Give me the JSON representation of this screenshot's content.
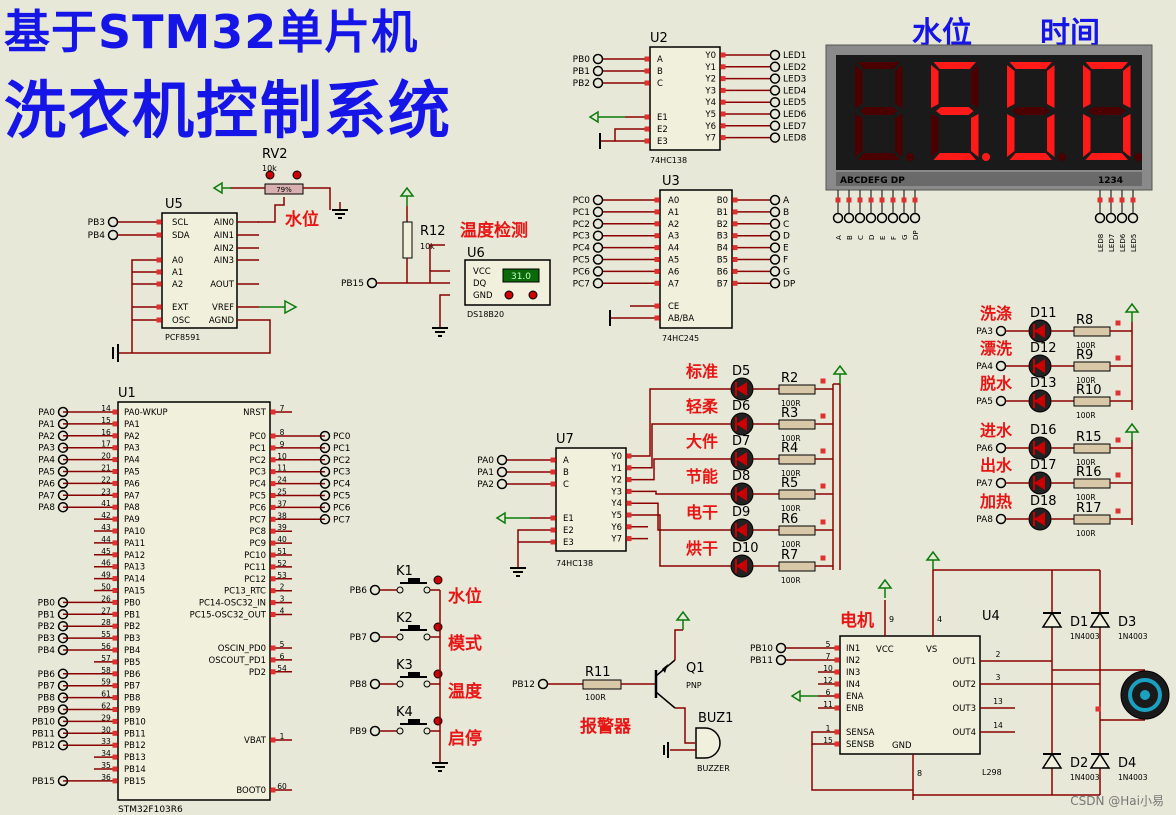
{
  "title_line1": "基于STM32单片机",
  "title_line2": "洗衣机控制系统",
  "display": {
    "label_level": "水位",
    "label_time": "时间",
    "digits": [
      "8",
      "5",
      "0",
      "0"
    ],
    "dp_on": [
      false,
      true,
      false,
      false
    ],
    "seg_pins": [
      "A",
      "B",
      "C",
      "D",
      "E",
      "F",
      "G",
      "DP"
    ],
    "com_pins": [
      "1",
      "2",
      "3",
      "4"
    ],
    "com_nets": [
      "LED8",
      "LED7",
      "LED6",
      "LED5"
    ]
  },
  "labels": {
    "water_level": "水位",
    "temp_detect": "温度检测",
    "motor": "电机",
    "alarm": "报警器",
    "btn_level": "水位",
    "btn_mode": "模式",
    "btn_temp": "温度",
    "btn_start": "启停",
    "mode_leds": [
      "标准",
      "轻柔",
      "大件",
      "节能",
      "电干",
      "烘干"
    ],
    "state_leds": [
      "洗涤",
      "漂洗",
      "脱水",
      "进水",
      "出水",
      "加热"
    ]
  },
  "components": {
    "rv2": {
      "ref": "RV2",
      "value": "10k",
      "percent": "79%"
    },
    "u5": {
      "ref": "U5",
      "part": "PCF8591",
      "pins_left": [
        "SCL",
        "SDA",
        "A0",
        "A1",
        "A2",
        "EXT",
        "OSC"
      ],
      "pins_right": [
        "AIN0",
        "AIN1",
        "AIN2",
        "AIN3",
        "AOUT",
        "VREF",
        "AGND"
      ],
      "left_nets": [
        "PB3",
        "PB4"
      ]
    },
    "r12": {
      "ref": "R12",
      "value": "10k"
    },
    "u6": {
      "ref": "U6",
      "part": "DS18B20",
      "reading": "31.0",
      "pins": [
        "VCC",
        "DQ",
        "GND"
      ],
      "net": "PB15"
    },
    "u2": {
      "ref": "U2",
      "part": "74HC138",
      "in_nets": [
        "PB0",
        "PB1",
        "PB2"
      ],
      "in_pins": [
        "A",
        "B",
        "C"
      ],
      "en_pins": [
        "E1",
        "E2",
        "E3"
      ],
      "out_pins": [
        "Y0",
        "Y1",
        "Y2",
        "Y3",
        "Y4",
        "Y5",
        "Y6",
        "Y7"
      ],
      "out_nets": [
        "LED1",
        "LED2",
        "LED3",
        "LED4",
        "LED5",
        "LED6",
        "LED7",
        "LED8"
      ]
    },
    "u3": {
      "ref": "U3",
      "part": "74HC245",
      "in_nets": [
        "PC0",
        "PC1",
        "PC2",
        "PC3",
        "PC4",
        "PC5",
        "PC6",
        "PC7"
      ],
      "a_pins": [
        "A0",
        "A1",
        "A2",
        "A3",
        "A4",
        "A5",
        "A6",
        "A7"
      ],
      "b_pins": [
        "B0",
        "B1",
        "B2",
        "B3",
        "B4",
        "B5",
        "B6",
        "B7"
      ],
      "out_nets": [
        "A",
        "B",
        "C",
        "D",
        "E",
        "F",
        "G",
        "DP"
      ],
      "ctrl": [
        "CE",
        "AB/BA"
      ]
    },
    "u1": {
      "ref": "U1",
      "part": "STM32F103R6",
      "left_pins": [
        "PA0-WKUP",
        "PA1",
        "PA2",
        "PA3",
        "PA4",
        "PA5",
        "PA6",
        "PA7",
        "PA8",
        "PA9",
        "PA10",
        "PA11",
        "PA12",
        "PA13",
        "PA14",
        "PA15",
        "PB0",
        "PB1",
        "PB2",
        "PB3",
        "PB4",
        "PB5",
        "PB6",
        "PB7",
        "PB8",
        "PB9",
        "PB10",
        "PB11",
        "PB12",
        "PB13",
        "PB14",
        "PB15"
      ],
      "left_nums": [
        "14",
        "15",
        "16",
        "17",
        "20",
        "21",
        "22",
        "23",
        "41",
        "42",
        "43",
        "44",
        "45",
        "46",
        "49",
        "50",
        "26",
        "27",
        "28",
        "55",
        "56",
        "57",
        "58",
        "59",
        "61",
        "62",
        "29",
        "30",
        "33",
        "34",
        "35",
        "36"
      ],
      "left_nets": [
        "PA0",
        "PA1",
        "PA2",
        "PA3",
        "PA4",
        "PA5",
        "PA6",
        "PA7",
        "PA8",
        "",
        "",
        "",
        "",
        "",
        "",
        "",
        "PB0",
        "PB1",
        "PB2",
        "PB3",
        "PB4",
        "",
        "PB6",
        "PB7",
        "PB8",
        "PB9",
        "PB10",
        "PB11",
        "PB12",
        "",
        "",
        "PB15"
      ],
      "right_pins": [
        "NRST",
        "PC0",
        "PC1",
        "PC2",
        "PC3",
        "PC4",
        "PC5",
        "PC6",
        "PC7",
        "PC8",
        "PC9",
        "PC10",
        "PC11",
        "PC12",
        "PC13_RTC",
        "PC14-OSC32_IN",
        "PC15-OSC32_OUT",
        "OSCIN_PD0",
        "OSCOUT_PD1",
        "PD2",
        "VBAT",
        "BOOT0"
      ],
      "right_nums": [
        "7",
        "8",
        "9",
        "10",
        "11",
        "24",
        "25",
        "37",
        "38",
        "39",
        "40",
        "51",
        "52",
        "53",
        "2",
        "3",
        "4",
        "5",
        "6",
        "54",
        "1",
        "60"
      ],
      "right_nets": [
        "PC0",
        "PC1",
        "PC2",
        "PC3",
        "PC4",
        "PC5",
        "PC6",
        "PC7"
      ]
    },
    "keys": [
      {
        "ref": "K1",
        "net": "PB6"
      },
      {
        "ref": "K2",
        "net": "PB7"
      },
      {
        "ref": "K3",
        "net": "PB8"
      },
      {
        "ref": "K4",
        "net": "PB9"
      }
    ],
    "u7": {
      "ref": "U7",
      "part": "74HC138",
      "in_nets": [
        "PA0",
        "PA1",
        "PA2"
      ]
    },
    "mode_leds": [
      {
        "d": "D5",
        "r": "R2",
        "rv": "100R"
      },
      {
        "d": "D6",
        "r": "R3",
        "rv": "100R"
      },
      {
        "d": "D7",
        "r": "R4",
        "rv": "100R"
      },
      {
        "d": "D8",
        "r": "R5",
        "rv": "100R"
      },
      {
        "d": "D9",
        "r": "R6",
        "rv": "100R"
      },
      {
        "d": "D10",
        "r": "R7",
        "rv": "100R"
      }
    ],
    "state_leds": [
      {
        "d": "D11",
        "r": "R8",
        "rv": "100R",
        "net": "PA3"
      },
      {
        "d": "D12",
        "r": "R9",
        "rv": "100R",
        "net": "PA4"
      },
      {
        "d": "D13",
        "r": "R10",
        "rv": "100R",
        "net": "PA5"
      },
      {
        "d": "D16",
        "r": "R15",
        "rv": "100R",
        "net": "PA6"
      },
      {
        "d": "D17",
        "r": "R16",
        "rv": "100R",
        "net": "PA7"
      },
      {
        "d": "D18",
        "r": "R17",
        "rv": "100R",
        "net": "PA8"
      }
    ],
    "r11": {
      "ref": "R11",
      "value": "100R",
      "net": "PB12"
    },
    "q1": {
      "ref": "Q1",
      "part": "PNP"
    },
    "buz1": {
      "ref": "BUZ1",
      "part": "BUZZER"
    },
    "u4": {
      "ref": "U4",
      "part": "L298",
      "in_nets": [
        "PB10",
        "PB11"
      ],
      "left_pins": [
        "IN1",
        "IN2",
        "IN3",
        "IN4",
        "ENA",
        "ENB",
        "SENSA",
        "SENSB"
      ],
      "right_pins": [
        "OUT1",
        "OUT2",
        "OUT3",
        "OUT4"
      ],
      "top_pins": [
        "VCC",
        "VS"
      ],
      "bottom_pin": "GND"
    },
    "diodes": [
      {
        "ref": "D1",
        "part": "1N4003"
      },
      {
        "ref": "D3",
        "part": "1N4003"
      },
      {
        "ref": "D2",
        "part": "1N4003"
      },
      {
        "ref": "D4",
        "part": "1N4003"
      }
    ]
  },
  "watermark": "CSDN @Hai小易",
  "colors": {
    "wire": "#8b0000",
    "chip_fill": "#f0f0dc",
    "label": "#e81515",
    "title": "#1515e8",
    "seg_on": "#ff1a1a",
    "seg_off": "#4a0000",
    "led": "#cc0000"
  }
}
